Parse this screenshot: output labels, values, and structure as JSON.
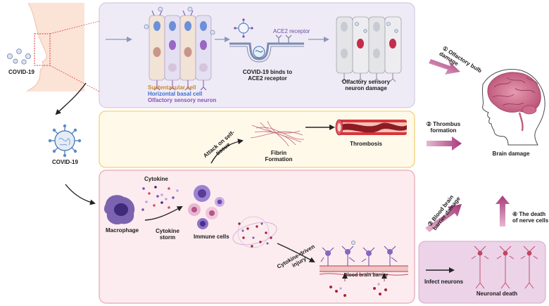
{
  "left": {
    "covid_top": "COVID-19",
    "covid_mid": "COVID-19"
  },
  "panel_olfactory": {
    "ace2_receptor": "ACE2 receptor",
    "binds_line1": "COVID-19 binds to",
    "binds_line2": "ACE2 receptor",
    "damage_line1": "Olfactory sensory",
    "damage_line2": "neuron damage",
    "legend": [
      {
        "text": "Sustentacular cell",
        "color": "#c98a2e"
      },
      {
        "text": "Horizontal basal cell",
        "color": "#3d6fd0"
      },
      {
        "text": "Olfactory sensory neuron",
        "color": "#8b52b8"
      }
    ]
  },
  "panel_thrombus": {
    "attack": "Attack on self-tissue",
    "fibrin_line1": "Fibrin",
    "fibrin_line2": "Formation",
    "thrombosis": "Thrombosis"
  },
  "panel_cytokine": {
    "cytokine": "Cytokine",
    "macrophage": "Macrophage",
    "storm_line1": "Cytokine",
    "storm_line2": "storm",
    "immune": "Immune cells",
    "driven_line1": "Cytokine-driven",
    "driven_line2": "injury",
    "bbb": "Blood brain barrier"
  },
  "panel_neuronal": {
    "infect": "Infect neurons",
    "death": "Neuronal death"
  },
  "right": {
    "olfactory_line1": "① Olfactory bulb",
    "olfactory_line2": "damage",
    "thrombus_line1": "② Thrombus",
    "thrombus_line2": "formation",
    "bbb_line1": "③ Blood brain",
    "bbb_line2": "barrier damage",
    "nerve_line1": "④ The death",
    "nerve_line2": "of nerve cells",
    "brain_damage": "Brain damage"
  },
  "colors": {
    "panel1_fill": "#efebf6",
    "panel2_fill": "#fff9ea",
    "panel2_border": "#f2d27a",
    "panel3_fill": "#fcecef",
    "panel3_border": "#e6a7b2",
    "panel4_fill": "#ecd3e8",
    "arrow_accent": "#a63a7a"
  }
}
